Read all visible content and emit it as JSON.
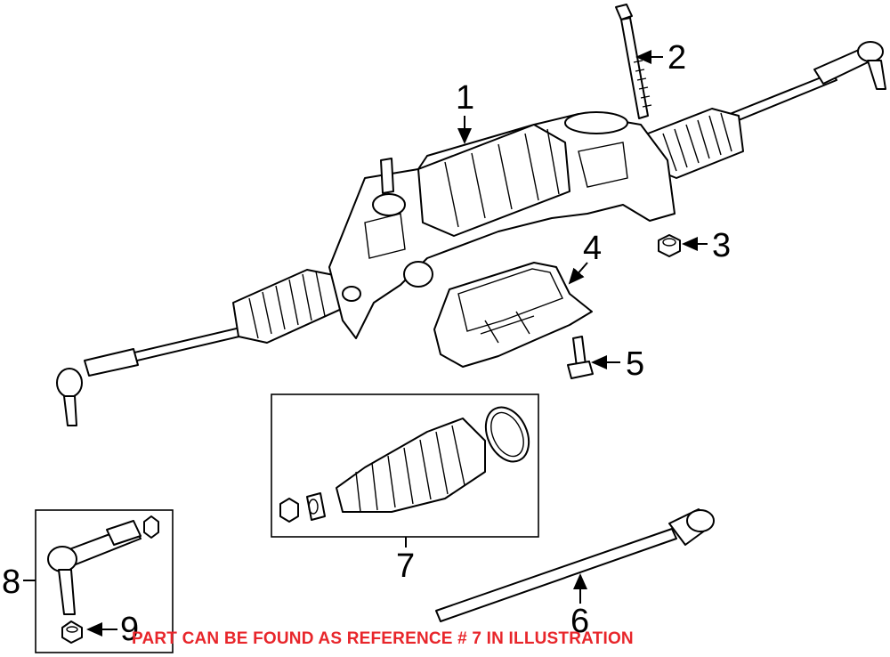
{
  "callouts": {
    "c1": "1",
    "c2": "2",
    "c3": "3",
    "c4": "4",
    "c5": "5",
    "c6": "6",
    "c7": "7",
    "c8": "8",
    "c9": "9"
  },
  "note": {
    "text": "PART CAN BE FOUND AS REFERENCE # 7 IN ILLUSTRATION",
    "color": "#e8262b"
  }
}
